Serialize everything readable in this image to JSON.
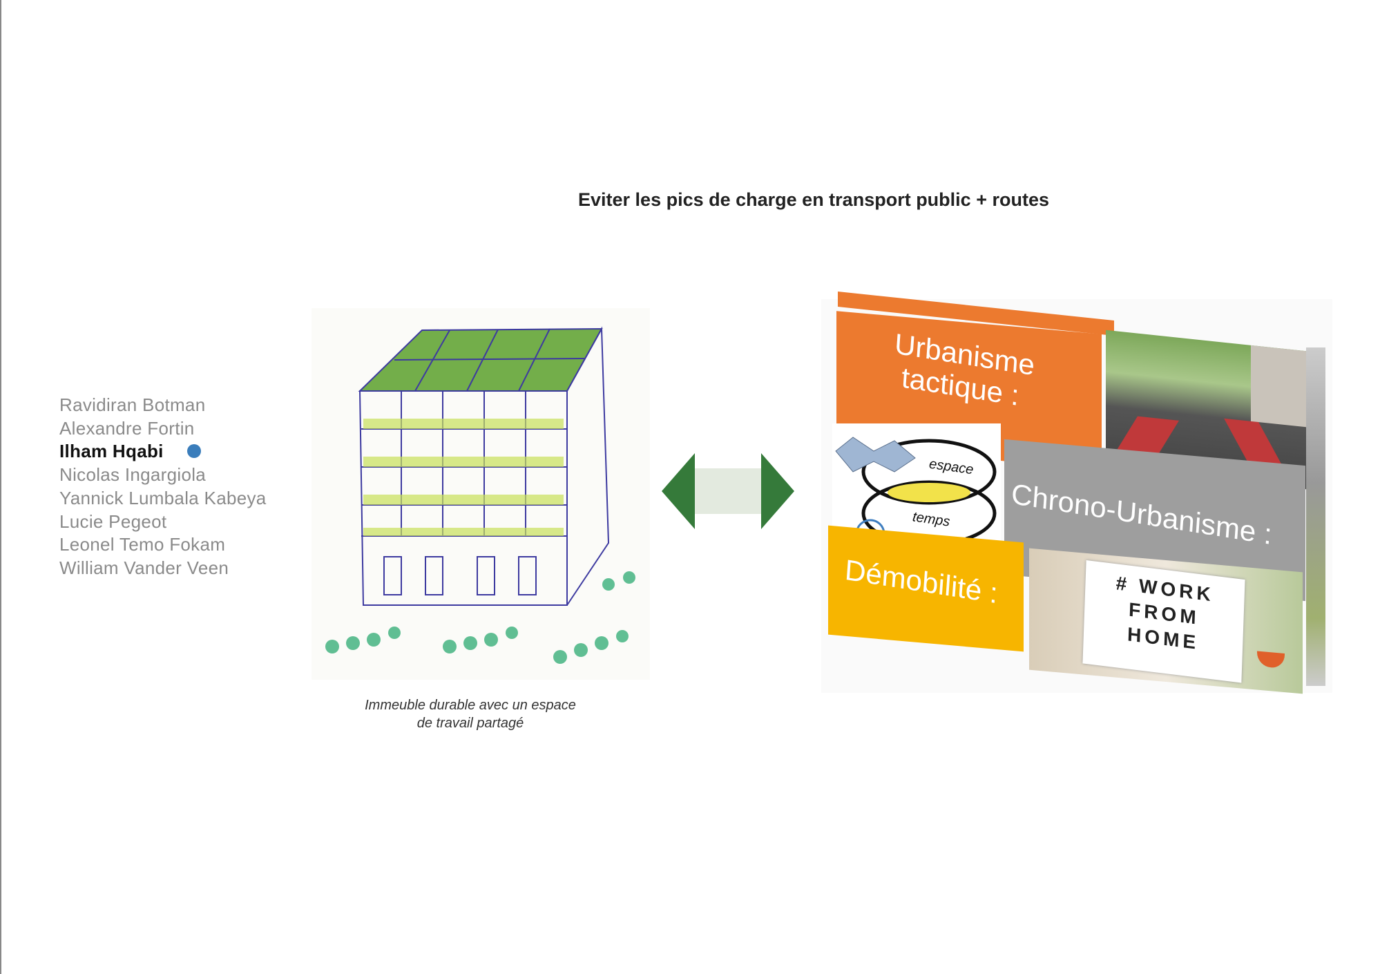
{
  "title": "Eviter les pics de charge en transport public + routes",
  "authors": [
    {
      "name": "Ravidiran Botman",
      "active": false
    },
    {
      "name": "Alexandre Fortin",
      "active": false
    },
    {
      "name": "Ilham Hqabi",
      "active": true
    },
    {
      "name": "Nicolas Ingargiola",
      "active": false
    },
    {
      "name": "Yannick Lumbala Kabeya",
      "active": false
    },
    {
      "name": "Lucie Pegeot",
      "active": false
    },
    {
      "name": "Leonel Temo Fokam",
      "active": false
    },
    {
      "name": "William Vander Veen",
      "active": false
    }
  ],
  "figure": {
    "caption_line1": "Immeuble durable avec un espace",
    "caption_line2": "de travail partagé"
  },
  "collage": {
    "urbanisme": "Urbanisme",
    "tactique": "tactique :",
    "chrono": "Chrono-Urbanisme :",
    "demobilite": "Démobilité :",
    "espace": "espace",
    "temps": "temps",
    "wfh1": "# WORK",
    "wfh2": "FROM",
    "wfh3": "HOME"
  },
  "colors": {
    "orange": "#ec7a2f",
    "gray": "#9e9e9e",
    "yellow": "#f7b500",
    "arrow": "#357a3a",
    "dot": "#3a7dbb"
  }
}
